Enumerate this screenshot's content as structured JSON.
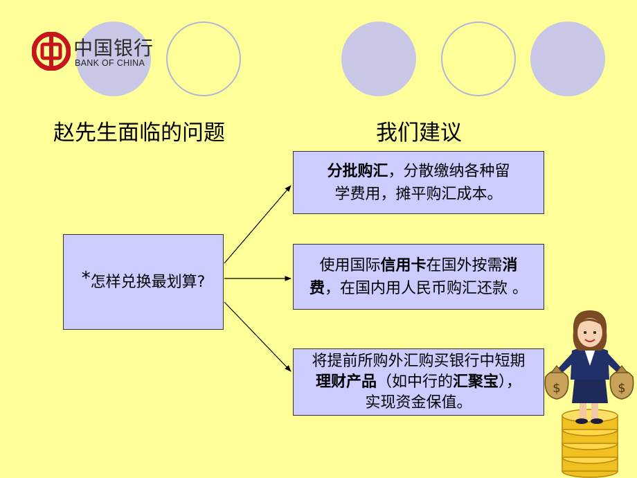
{
  "logo": {
    "name_cn": "中国银行",
    "name_en": "BANK OF CHINA",
    "brand_color": "#c4161c"
  },
  "headings": {
    "problem": "赵先生面临的问题",
    "advice": "我们建议"
  },
  "question_box": {
    "marker": "*",
    "text": "怎样兑换最划算?"
  },
  "suggestions": [
    {
      "line1_bold": "分批购汇",
      "line1_rest": "，分散缴纳各种留",
      "line2": "学费用，摊平购汇成本。"
    },
    {
      "line1_pre": "使用国际",
      "line1_bold": "信用卡",
      "line1_mid": "在国外按需",
      "line1_bold2": "消",
      "line2_bold": "费",
      "line2_rest": "，在国内用人民币购汇还款 。"
    },
    {
      "line1": "将提前所购外汇购买银行中短期",
      "line2_bold1": "理财产品",
      "line2_mid": "（如中行的",
      "line2_bold2": "汇聚宝",
      "line2_end": "），",
      "line3": "实现资金保值。"
    }
  ],
  "colors": {
    "background": "#ffff99",
    "box_fill": "#ccccff",
    "circle_fill": "#c8c8e6"
  },
  "icons": [
    "bank-of-china-emblem-icon",
    "businesswoman-with-money-bags-illustration"
  ]
}
